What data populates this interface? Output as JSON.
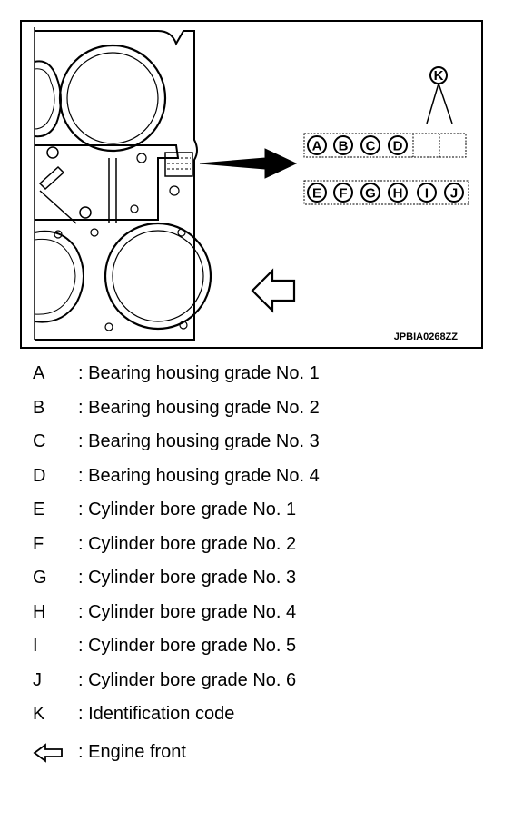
{
  "figure": {
    "figure_code": "JPBIA0268ZZ",
    "callout_label": "K",
    "top_row_codes": [
      "A",
      "B",
      "C",
      "D"
    ],
    "bottom_row_codes": [
      "E",
      "F",
      "G",
      "H",
      "I",
      "J"
    ]
  },
  "legend": {
    "items": [
      {
        "key": "A",
        "text": ": Bearing housing grade No. 1"
      },
      {
        "key": "B",
        "text": ": Bearing housing grade No. 2"
      },
      {
        "key": "C",
        "text": ": Bearing housing grade No. 3"
      },
      {
        "key": "D",
        "text": ": Bearing housing grade No. 4"
      },
      {
        "key": "E",
        "text": ": Cylinder bore grade No. 1"
      },
      {
        "key": "F",
        "text": ": Cylinder bore grade No. 2"
      },
      {
        "key": "G",
        "text": ": Cylinder bore grade No. 3"
      },
      {
        "key": "H",
        "text": ": Cylinder bore grade No. 4"
      },
      {
        "key": "I",
        "text": ": Cylinder bore grade No. 5"
      },
      {
        "key": "J",
        "text": ": Cylinder bore grade No. 6"
      },
      {
        "key": "K",
        "text": ": Identification code"
      }
    ],
    "front_text": ": Engine front",
    "front_icon": "hollow-left-arrow-icon"
  }
}
